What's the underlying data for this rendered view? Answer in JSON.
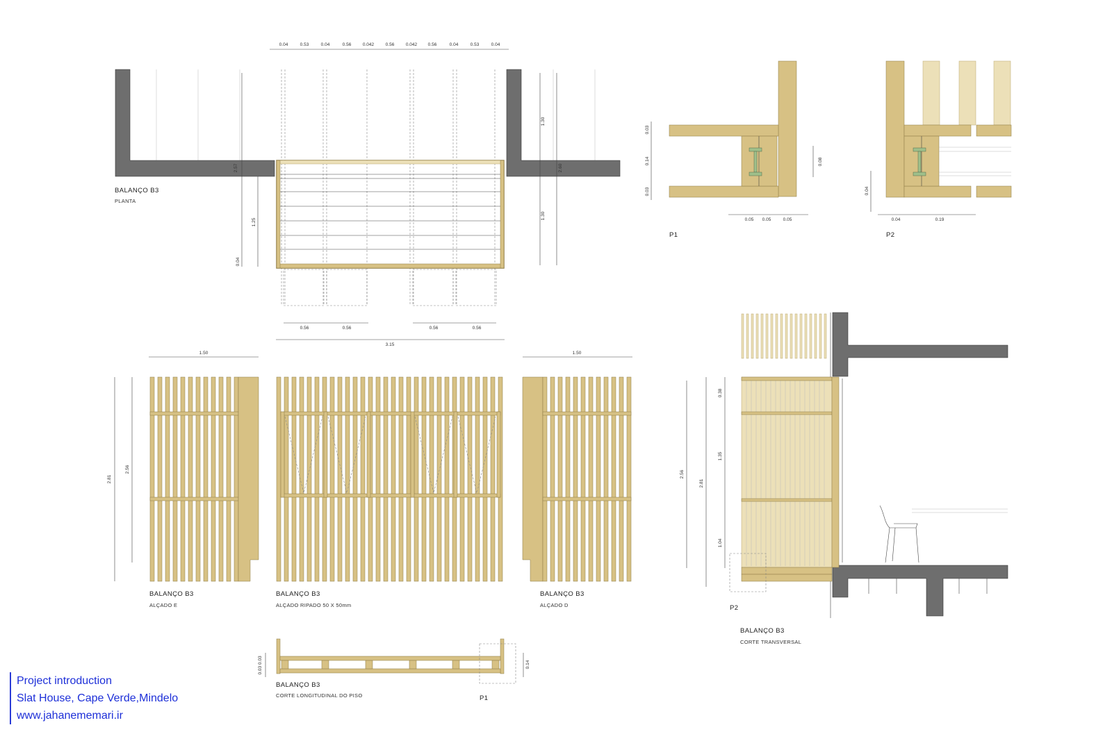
{
  "drawings": {
    "plan": {
      "title": "BALANÇO  B3",
      "subtitle": "PLANTA"
    },
    "elev_left": {
      "title": "BALANÇO  B3",
      "subtitle": "ALÇADO  E"
    },
    "elev_center": {
      "title": "BALANÇO  B3",
      "subtitle": "ALÇADO  RIPADO  50  X  50mm"
    },
    "elev_right": {
      "title": "BALANÇO  B3",
      "subtitle": "ALÇADO  D"
    },
    "section_long": {
      "title": "BALANÇO  B3",
      "subtitle": "CORTE  LONGITUDINAL  DO  PISO"
    },
    "section_trans": {
      "title": "BALANÇO  B3",
      "subtitle": "CORTE  TRANSVERSAL"
    }
  },
  "details": {
    "p1": "P1",
    "p2": "P2",
    "p1_ref": "P1",
    "p2_ref": "P2"
  },
  "dimensions": {
    "top_chain": [
      "0.04",
      "0.53",
      "0.04",
      "0.56",
      "0.042",
      "0.56",
      "0.042",
      "0.56",
      "0.04",
      "0.53",
      "0.04"
    ],
    "plan_left_257": "2.57",
    "plan_left_125": "1.25",
    "plan_left_004": "0.04",
    "plan_right_130a": "1.30",
    "plan_right_130b": "1.30",
    "plan_right_260": "2.60",
    "bottom_056": [
      "0.56",
      "0.56",
      "0.56",
      "0.56"
    ],
    "bottom_315": "3.15",
    "elev_150_left": "1.50",
    "elev_150_right": "1.50",
    "elev_281": "2.81",
    "elev_256": "2.56",
    "p1_003_top": "0.03",
    "p1_014": "0.14",
    "p1_003_bot": "0.03",
    "p1_008": "0.08",
    "p1_bottom": [
      "0.05",
      "0.05",
      "0.05"
    ],
    "p2_004_v": "0.04",
    "p2_004_h": "0.04",
    "p2_019": "0.19",
    "trans_256": "2.56",
    "trans_281": "2.81",
    "trans_038": "0.38",
    "trans_135": "1.35",
    "trans_104": "1.04",
    "long_003_003": "0.03  0.03",
    "long_014": "0.14"
  },
  "credits": {
    "line1": "Project introduction",
    "line2": "Slat House, Cape Verde,Mindelo",
    "line3": "www.jahanememari.ir"
  },
  "colors": {
    "wood": "#d7c184",
    "concrete": "#6e6e6e",
    "credit_text": "#1d2fd8"
  }
}
